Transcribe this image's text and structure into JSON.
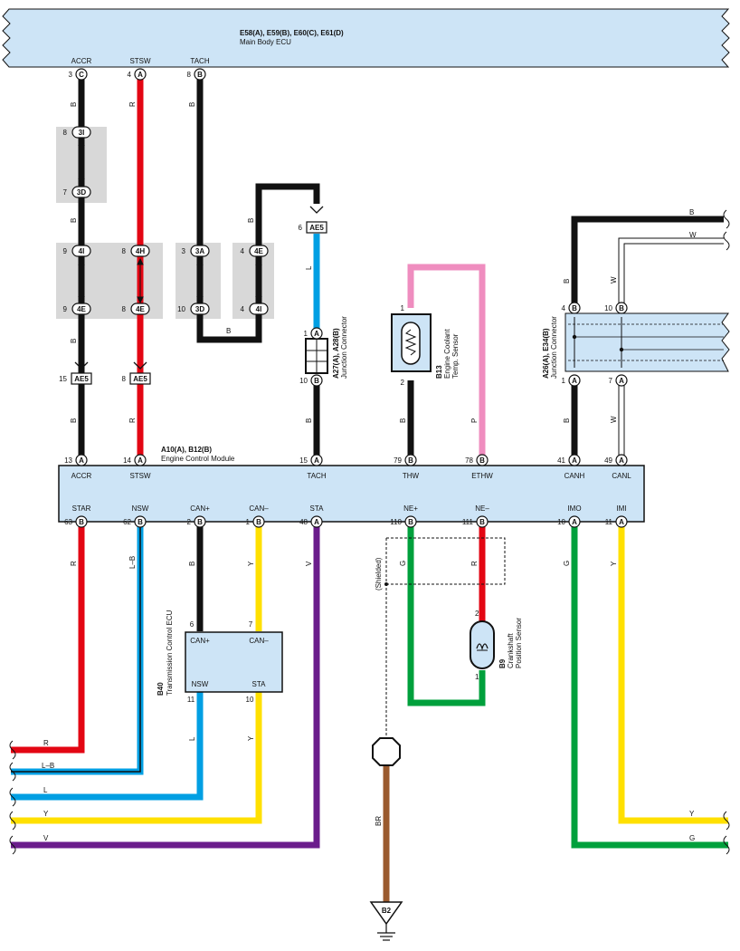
{
  "colors": {
    "ecu_fill": "#cde4f6",
    "gray_box": "#d8d8d8",
    "black": "#111111",
    "red": "#e30613",
    "blue": "#009fe3",
    "yellow": "#ffe000",
    "purple": "#6b1d8c",
    "green": "#00a03c",
    "brown": "#9a5a2e",
    "pink": "#ef8dbf",
    "white": "#ffffff"
  },
  "main_body_ecu": {
    "title": "E58(A), E59(B), E60(C), E61(D)",
    "subtitle": "Main Body ECU",
    "pins": [
      {
        "name": "ACCR",
        "num": "3",
        "conn": "C"
      },
      {
        "name": "STSW",
        "num": "4",
        "conn": "A"
      },
      {
        "name": "TACH",
        "num": "8",
        "conn": "B"
      }
    ]
  },
  "wire_colors": {
    "accr_1": "B",
    "accr_2": "B",
    "accr_3": "B",
    "accr_4": "B",
    "stsw_1": "R",
    "stsw_2": "R",
    "tach_1": "B",
    "tach_2": "B",
    "tach_3": "B",
    "tach_4": "L",
    "tach_5": "B",
    "thw_1": "B",
    "ethw_1": "P",
    "canh_1": "B",
    "canh_2": "B",
    "canl_1": "W",
    "canl_2": "W",
    "top_b": "B",
    "top_w": "W",
    "star": "R",
    "nsw": "L–B",
    "canp": "B",
    "canm": "Y",
    "sta": "V",
    "nep": "G",
    "nem": "R",
    "imo": "G",
    "imi": "Y",
    "tcm_nsw": "L",
    "tcm_sta": "Y",
    "shield": "BR"
  },
  "inline_connectors": [
    {
      "code": "3I",
      "pin": "8"
    },
    {
      "code": "3D",
      "pin": "7"
    },
    {
      "code": "4I",
      "pin": "9"
    },
    {
      "code": "4H",
      "pin": "8"
    },
    {
      "code": "3A",
      "pin": "3"
    },
    {
      "code": "4E",
      "pin": "4"
    },
    {
      "code": "4E",
      "pin": "9"
    },
    {
      "code": "4E",
      "pin": "8"
    },
    {
      "code": "3D",
      "pin": "10"
    },
    {
      "code": "4I",
      "pin": "4"
    },
    {
      "code": "AE5",
      "pin": "15"
    },
    {
      "code": "AE5",
      "pin": "8"
    },
    {
      "code": "AE5",
      "pin": "6"
    }
  ],
  "junction_a27": {
    "title": "A27(A), A28(B)",
    "subtitle": "Junction Connector",
    "pin_top": {
      "num": "1",
      "conn": "A"
    },
    "pin_bottom": {
      "num": "10",
      "conn": "B"
    }
  },
  "sensor_b13": {
    "code": "B13",
    "name_line1": "Engine Coolant",
    "name_line2": "Temp. Sensor",
    "pin_top": "1",
    "pin_bottom": "2"
  },
  "junction_a26": {
    "title": "A26(A), E34(B)",
    "subtitle": "Junction Connector",
    "pins_top": [
      {
        "num": "4",
        "conn": "B"
      },
      {
        "num": "10",
        "conn": "B"
      }
    ],
    "pins_bottom": [
      {
        "num": "1",
        "conn": "A"
      },
      {
        "num": "7",
        "conn": "A"
      }
    ]
  },
  "ecm": {
    "title": "A10(A), B12(B)",
    "subtitle": "Engine Control Module",
    "top_pins": [
      {
        "name": "ACCR",
        "num": "13",
        "conn": "A"
      },
      {
        "name": "STSW",
        "num": "14",
        "conn": "A"
      },
      {
        "name": "TACH",
        "num": "15",
        "conn": "A"
      },
      {
        "name": "THW",
        "num": "79",
        "conn": "B"
      },
      {
        "name": "ETHW",
        "num": "78",
        "conn": "B"
      },
      {
        "name": "CANH",
        "num": "41",
        "conn": "A"
      },
      {
        "name": "CANL",
        "num": "49",
        "conn": "A"
      }
    ],
    "bottom_pins": [
      {
        "name": "STAR",
        "num": "63",
        "conn": "B"
      },
      {
        "name": "NSW",
        "num": "62",
        "conn": "B"
      },
      {
        "name": "CAN+",
        "num": "2",
        "conn": "B"
      },
      {
        "name": "CAN–",
        "num": "1",
        "conn": "B"
      },
      {
        "name": "STA",
        "num": "48",
        "conn": "A"
      },
      {
        "name": "NE+",
        "num": "110",
        "conn": "B"
      },
      {
        "name": "NE–",
        "num": "111",
        "conn": "B"
      },
      {
        "name": "IMO",
        "num": "10",
        "conn": "A"
      },
      {
        "name": "IMI",
        "num": "11",
        "conn": "A"
      }
    ]
  },
  "tcm_b40": {
    "code": "B40",
    "name": "Transmission Control ECU",
    "pins_top": [
      {
        "name": "CAN+",
        "num": "6"
      },
      {
        "name": "CAN–",
        "num": "7"
      }
    ],
    "pins_bottom": [
      {
        "name": "NSW",
        "num": "11"
      },
      {
        "name": "STA",
        "num": "10"
      }
    ]
  },
  "sensor_b9": {
    "code": "B9",
    "name_line1": "Crankshaft",
    "name_line2": "Position Sensor",
    "pin_top": "2",
    "pin_bottom": "1",
    "shield_label": "(Shielded)"
  },
  "ground": {
    "code": "B2"
  }
}
